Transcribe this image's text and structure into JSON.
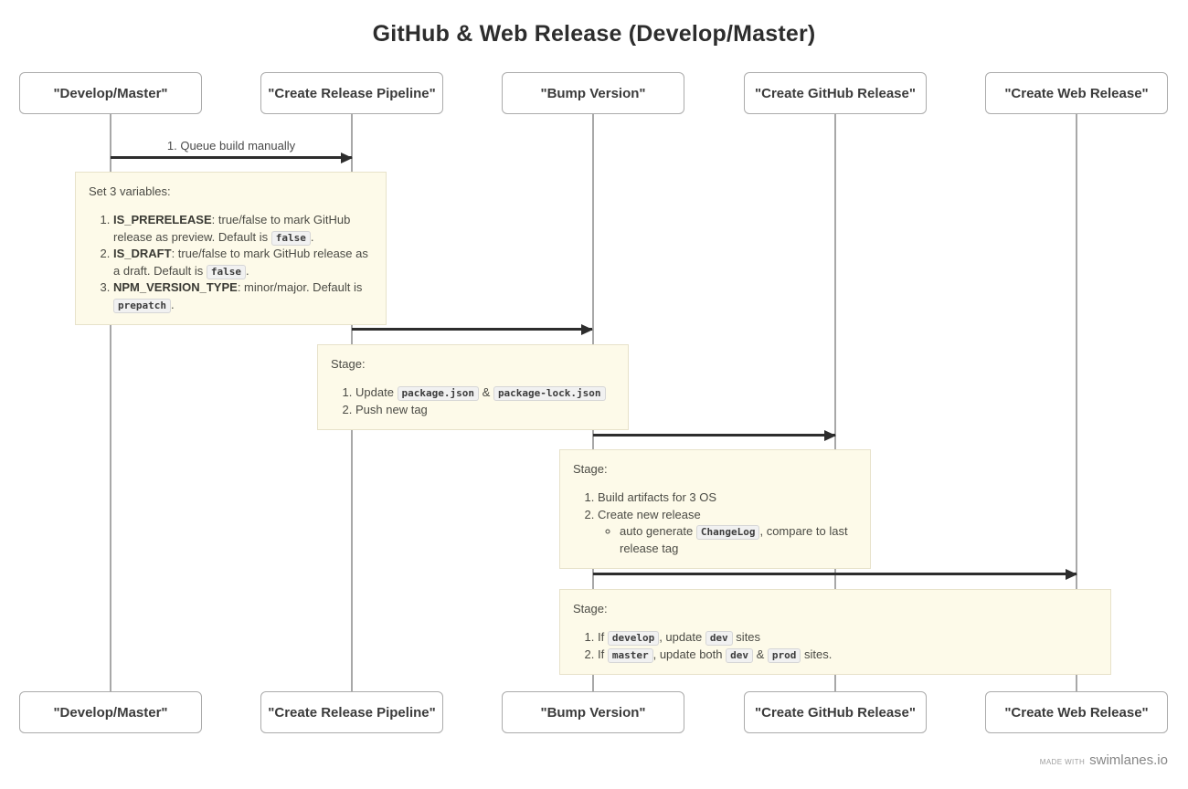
{
  "title": "GitHub & Web Release (Develop/Master)",
  "lanes": [
    {
      "label": "\"Develop/Master\""
    },
    {
      "label": "\"Create Release Pipeline\""
    },
    {
      "label": "\"Bump Version\""
    },
    {
      "label": "\"Create GitHub Release\""
    },
    {
      "label": "\"Create Web Release\""
    }
  ],
  "arrows": [
    {
      "label": "1. Queue build manually",
      "from": "\"Develop/Master\"",
      "to": "\"Create Release Pipeline\""
    },
    {
      "label": "",
      "from": "\"Create Release Pipeline\"",
      "to": "\"Bump Version\""
    },
    {
      "label": "",
      "from": "\"Bump Version\"",
      "to": "\"Create GitHub Release\""
    },
    {
      "label": "",
      "from": "\"Bump Version\"",
      "to": "\"Create Web Release\""
    }
  ],
  "notes": [
    {
      "title": "Set 3 variables:",
      "items": [
        {
          "segments": [
            {
              "bold": "IS_PRERELEASE"
            },
            {
              "text": ": true/false to mark GitHub release as preview. Default is "
            },
            {
              "code": "false"
            },
            {
              "text": "."
            }
          ]
        },
        {
          "segments": [
            {
              "bold": "IS_DRAFT"
            },
            {
              "text": ": true/false to mark GitHub release as a draft. Default is "
            },
            {
              "code": "false"
            },
            {
              "text": "."
            }
          ]
        },
        {
          "segments": [
            {
              "bold": "NPM_VERSION_TYPE"
            },
            {
              "text": ": minor/major. Default is "
            },
            {
              "code": "prepatch"
            },
            {
              "text": "."
            }
          ]
        }
      ]
    },
    {
      "title": "Stage:",
      "items": [
        {
          "segments": [
            {
              "text": "Update "
            },
            {
              "code": "package.json"
            },
            {
              "text": " & "
            },
            {
              "code": "package-lock.json"
            }
          ]
        },
        {
          "segments": [
            {
              "text": "Push new tag"
            }
          ]
        }
      ]
    },
    {
      "title": "Stage:",
      "items": [
        {
          "segments": [
            {
              "text": "Build artifacts for 3 OS"
            }
          ]
        },
        {
          "segments": [
            {
              "text": "Create new release"
            }
          ],
          "sub": [
            {
              "segments": [
                {
                  "text": "auto generate "
                },
                {
                  "code": "ChangeLog"
                },
                {
                  "text": ", compare to last release tag"
                }
              ]
            }
          ]
        }
      ]
    },
    {
      "title": "Stage:",
      "items": [
        {
          "segments": [
            {
              "text": "If "
            },
            {
              "code": "develop"
            },
            {
              "text": ", update "
            },
            {
              "code": "dev"
            },
            {
              "text": " sites"
            }
          ]
        },
        {
          "segments": [
            {
              "text": "If "
            },
            {
              "code": "master"
            },
            {
              "text": ", update both "
            },
            {
              "code": "dev"
            },
            {
              "text": " & "
            },
            {
              "code": "prod"
            },
            {
              "text": " sites."
            }
          ]
        }
      ]
    }
  ],
  "footer": {
    "made_with": "made with",
    "brand": "swimlanes.io"
  },
  "colors": {
    "note_bg": "#fdfae9",
    "note_border": "#e7e2ca",
    "arrow": "#2d2d2d",
    "lifeline": "#a8a8a8",
    "box_border": "#ababab",
    "title_text": "#2d2d2d",
    "body_text": "#4b4b45",
    "chip_bg": "#f1f1f1",
    "chip_border": "#d6d6d6"
  }
}
